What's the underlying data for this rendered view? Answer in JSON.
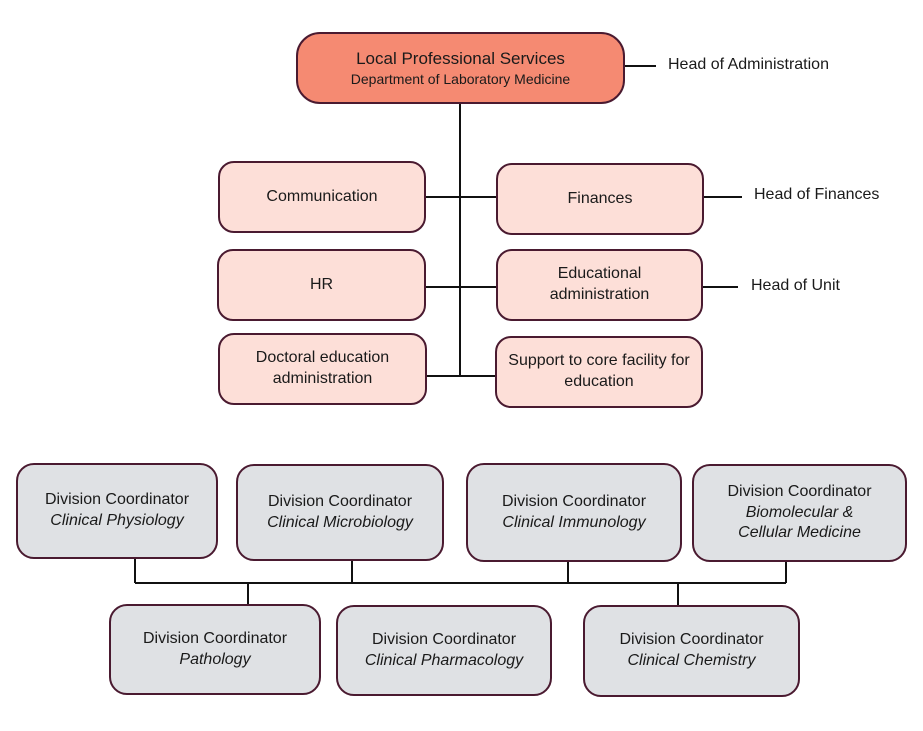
{
  "top": {
    "title": "Local Professional Services",
    "subtitle": "Department of Laboratory Medicine",
    "side_label": "Head of Administration"
  },
  "units": {
    "communication": "Communication",
    "finances": "Finances",
    "finances_side": "Head of Finances",
    "hr": "HR",
    "educational_admin": "Educational administration",
    "educational_side": "Head of Unit",
    "doctoral_admin": "Doctoral education administration",
    "core_support": "Support to core facility for education"
  },
  "divisions": [
    {
      "role": "Division Coordinator",
      "name": "Clinical Physiology"
    },
    {
      "role": "Division Coordinator",
      "name": "Clinical Microbiology"
    },
    {
      "role": "Division Coordinator",
      "name": "Clinical Immunology"
    },
    {
      "role": "Division Coordinator",
      "name": "Biomolecular & Cellular Medicine"
    },
    {
      "role": "Division Coordinator",
      "name": "Pathology"
    },
    {
      "role": "Division Coordinator",
      "name": "Clinical Pharmacology"
    },
    {
      "role": "Division Coordinator",
      "name": "Clinical Chemistry"
    }
  ]
}
